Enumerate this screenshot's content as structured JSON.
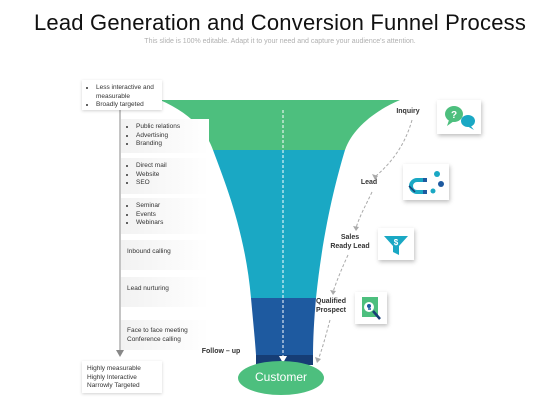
{
  "title": "Lead Generation and Conversion Funnel Process",
  "subtitle": "This slide is 100% editable. Adapt it to your need and capture your audience's attention.",
  "top_panel": [
    "Less interactive and measurable",
    "Broadly targeted"
  ],
  "bottom_panel": [
    "Highly measurable",
    "Highly Interactive",
    "Narrowly Targeted"
  ],
  "channels": [
    {
      "lines": [
        "Public relations",
        "Advertising",
        "Branding"
      ],
      "bulleted": true
    },
    {
      "lines": [
        "Direct mail",
        "Website",
        "SEO"
      ],
      "bulleted": true
    },
    {
      "lines": [
        "Seminar",
        "Events",
        "Webinars"
      ],
      "bulleted": true
    },
    {
      "lines": [
        "Inbound calling"
      ],
      "bulleted": false
    },
    {
      "lines": [
        "Lead nurturing"
      ],
      "bulleted": false
    },
    {
      "lines": [
        "Face to face meeting",
        "Conference calling"
      ],
      "bulleted": false
    }
  ],
  "stages": {
    "inquiry": "Inquiry",
    "lead": "Lead",
    "sales_ready_lead": "Sales\nReady Lead",
    "qualified_prospect": "Qualified\nProspect",
    "follow_up": "Follow – up"
  },
  "customer": "Customer",
  "icons": [
    "chat-question-icon",
    "magnet-lead-icon",
    "dollar-funnel-icon",
    "search-document-icon"
  ],
  "colors": {
    "green": "#4dbf7e",
    "teal": "#1aa8c4",
    "blue": "#1e5aa0",
    "navy": "#163d75",
    "customer": "#4dbf7e"
  }
}
